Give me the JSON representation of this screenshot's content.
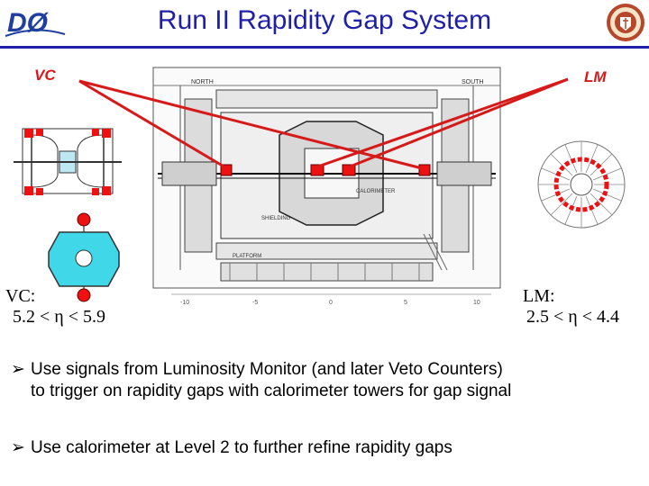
{
  "header": {
    "title": "Run II Rapidity Gap System",
    "logo_left": "DØ",
    "logo_right": "university-seal"
  },
  "callouts": {
    "vc": "VC",
    "lm": "LM"
  },
  "figure": {
    "labels": {
      "north": "NORTH",
      "south": "SOUTH",
      "calorimeter": "CALORIMETER",
      "shielding": "SHIELDING",
      "platform": "PLATFORM",
      "minus_ten": "-10",
      "minus_five": "-5",
      "zero": "0",
      "five": "5",
      "ten": "10"
    },
    "icons": [
      "veto-counter-schematic",
      "luminosity-monitor-ring",
      "detector-cross-section"
    ]
  },
  "vc": {
    "label": "VC:",
    "range": "5.2 < η < 5.9"
  },
  "lm": {
    "label": "LM:",
    "range": "2.5 < η < 4.4"
  },
  "bullets": [
    {
      "line1": "Use signals from Luminosity Monitor (and later Veto Counters)",
      "line2": "to trigger on rapidity gaps with calorimeter towers for gap signal"
    },
    {
      "line1": "Use calorimeter at Level 2 to further refine rapidity gaps"
    }
  ],
  "colors": {
    "title": "#1f1fa8",
    "accent_red": "#d61a1a",
    "cyan": "#40d8e8"
  }
}
